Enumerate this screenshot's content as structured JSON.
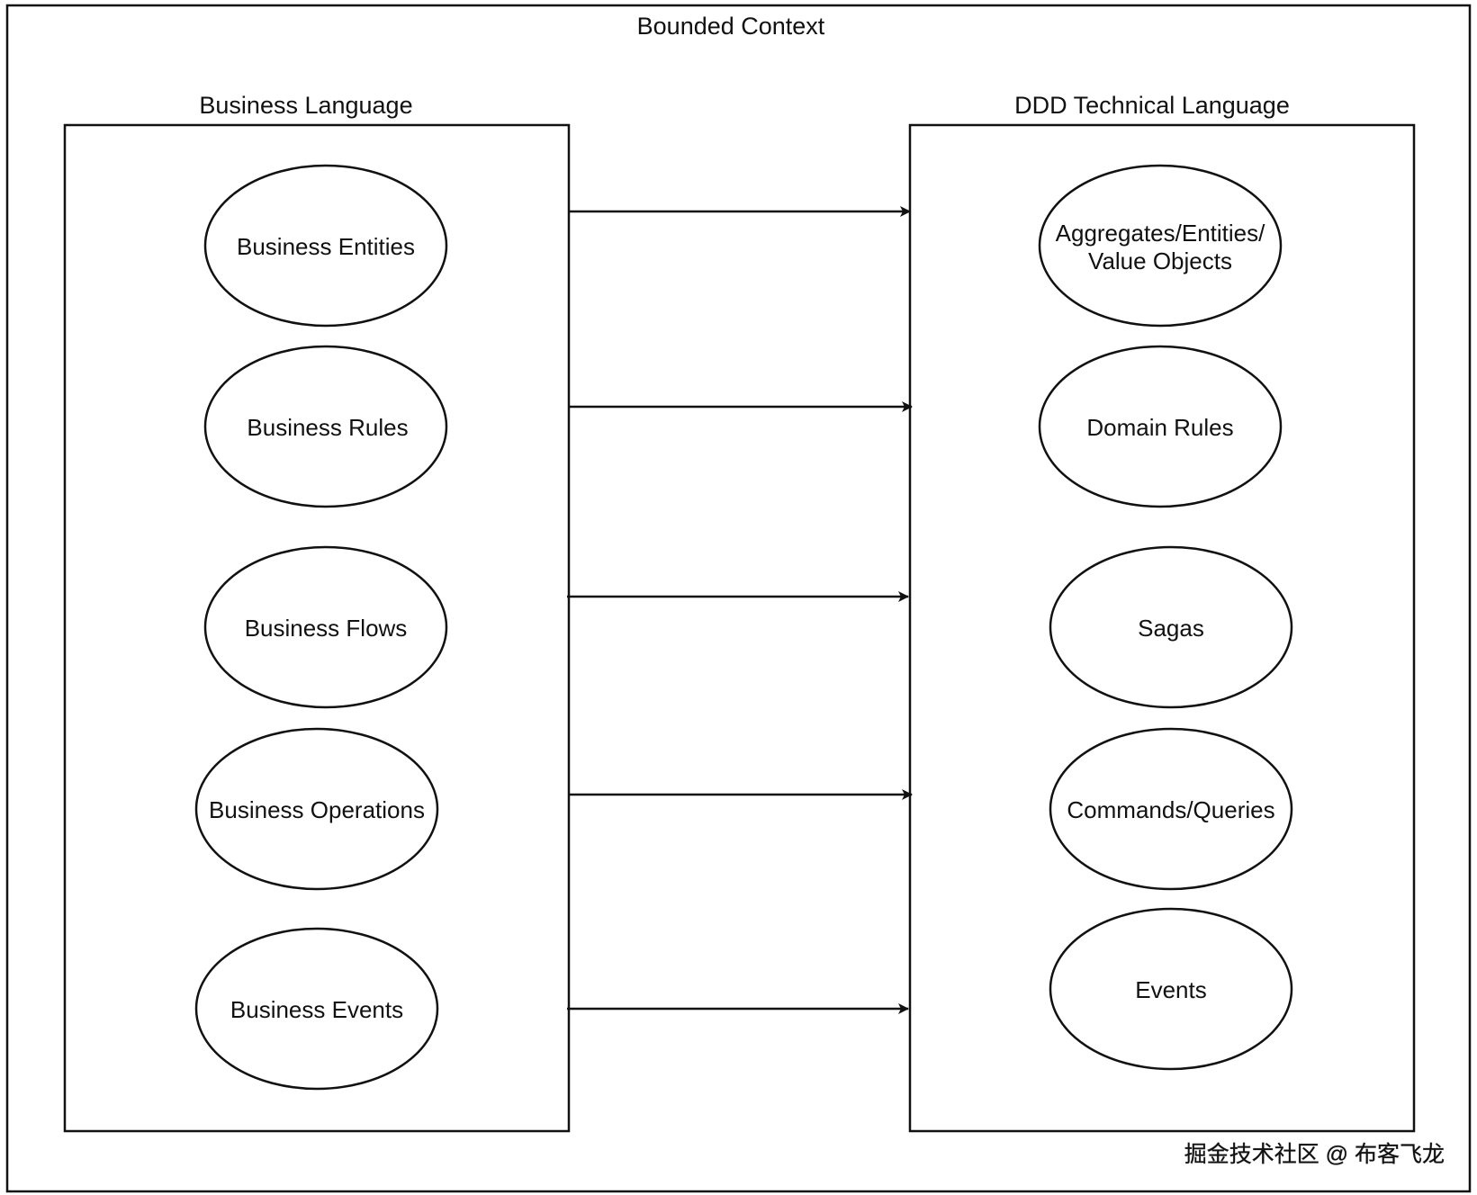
{
  "frame": {
    "title": "Bounded Context"
  },
  "left_panel": {
    "title": "Business Language",
    "nodes": [
      {
        "lines": [
          "Business Entities"
        ]
      },
      {
        "lines": [
          "Business Rules"
        ]
      },
      {
        "lines": [
          "Business Flows"
        ]
      },
      {
        "lines": [
          "Business Operations"
        ]
      },
      {
        "lines": [
          "Business Events"
        ]
      }
    ]
  },
  "right_panel": {
    "title": "DDD Technical Language",
    "nodes": [
      {
        "lines": [
          "Aggregates/Entities/",
          "Value Objects"
        ]
      },
      {
        "lines": [
          "Domain Rules"
        ]
      },
      {
        "lines": [
          "Sagas"
        ]
      },
      {
        "lines": [
          "Commands/Queries"
        ]
      },
      {
        "lines": [
          "Events"
        ]
      }
    ]
  },
  "connections": [
    {
      "from": "left_panel.nodes.0",
      "to": "right_panel.nodes.0"
    },
    {
      "from": "left_panel.nodes.1",
      "to": "right_panel.nodes.1"
    },
    {
      "from": "left_panel.nodes.2",
      "to": "right_panel.nodes.2"
    },
    {
      "from": "left_panel.nodes.3",
      "to": "right_panel.nodes.3"
    },
    {
      "from": "left_panel.nodes.4",
      "to": "right_panel.nodes.4"
    }
  ],
  "watermark": {
    "text": "掘金技术社区 @ 布客飞龙"
  },
  "colors": {
    "line": "#111111",
    "background": "#ffffff"
  }
}
